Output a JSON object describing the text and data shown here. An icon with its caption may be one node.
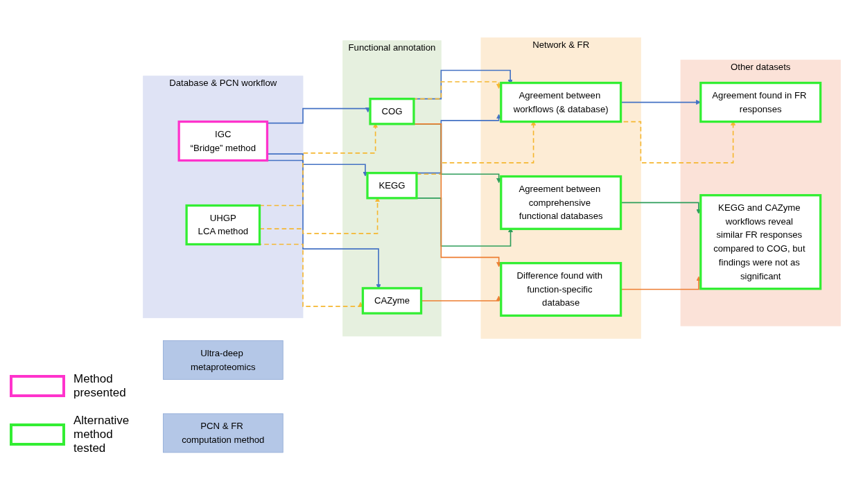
{
  "diagram": {
    "nodes": [
      {
        "text": [
          "Ultra-deep metaproteomics"
        ]
      },
      {
        "text": [
          "PCN & FR computation method"
        ]
      },
      {
        "text": [
          "Database & PCN workflow"
        ]
      },
      {
        "text": [
          "IGC",
          "“Bridge” method"
        ],
        "in": 2
      },
      {
        "text": [
          "UHGP",
          "LCA method"
        ],
        "in": 2
      },
      {
        "text": [
          "Functional annotation"
        ]
      },
      {
        "text": [
          "COG"
        ],
        "in": 5
      },
      {
        "text": [
          "KEGG"
        ],
        "in": 5
      },
      {
        "text": [
          "CAZyme"
        ],
        "in": 5
      },
      {
        "text": [
          "Network & FR"
        ]
      },
      {
        "text": [
          "Agreement between workflows (& database)"
        ],
        "in": 9
      },
      {
        "text": [
          "Agreement between comprehensive functional databases"
        ],
        "in": 9
      },
      {
        "text": [
          "Difference found with function-specific database"
        ],
        "in": 9
      },
      {
        "text": [
          "Other datasets"
        ]
      },
      {
        "text": [
          "Agreement found in FR responses"
        ],
        "in": 13
      },
      {
        "text": [
          "KEGG and CAZyme workflows reveal similar FR responses compared to COG, but findings were not as significant"
        ],
        "in": 13
      }
    ],
    "edges": [
      {
        "from": 3,
        "to": 6,
        "arrow": "to",
        "color": "#4472c4"
      },
      {
        "from": 3,
        "to": 7,
        "arrow": "to",
        "color": "#4472c4"
      },
      {
        "from": 3,
        "to": 8,
        "arrow": "to",
        "color": "#4472c4"
      },
      {
        "from": 4,
        "to": 6,
        "arrow": "to",
        "style": "dashed",
        "color": "#f5b731"
      },
      {
        "from": 4,
        "to": 7,
        "arrow": "to",
        "style": "dashed",
        "color": "#f5b731"
      },
      {
        "from": 4,
        "to": 8,
        "arrow": "to",
        "style": "dashed",
        "color": "#f5b731"
      },
      {
        "from": 6,
        "to": 10,
        "arrow": "to",
        "color": "#4472c4"
      },
      {
        "from": 6,
        "to": 10,
        "arrow": "to",
        "style": "dashed",
        "color": "#f5b731"
      },
      {
        "from": 7,
        "to": 10,
        "arrow": "to",
        "color": "#4472c4"
      },
      {
        "from": 7,
        "to": 10,
        "arrow": "to",
        "style": "dashed",
        "color": "#f5b731"
      },
      {
        "from": 6,
        "to": 11,
        "arrow": "to",
        "color": "#2e9e5b"
      },
      {
        "from": 7,
        "to": 11,
        "arrow": "to",
        "color": "#2e9e5b"
      },
      {
        "from": 6,
        "to": 12,
        "arrow": "to",
        "color": "#ed7d31"
      },
      {
        "from": 8,
        "to": 12,
        "arrow": "to",
        "color": "#ed7d31"
      },
      {
        "from": 10,
        "to": 14,
        "arrow": "to",
        "color": "#4472c4"
      },
      {
        "from": 10,
        "to": 14,
        "arrow": "to",
        "style": "dashed",
        "color": "#f5b731"
      },
      {
        "from": 11,
        "to": 15,
        "arrow": "to",
        "color": "#2e9e5b"
      },
      {
        "from": 12,
        "to": 15,
        "arrow": "to",
        "color": "#ed7d31"
      }
    ],
    "legend": [
      {
        "text": "Method presented"
      },
      {
        "text": "Alternative method tested"
      }
    ]
  }
}
